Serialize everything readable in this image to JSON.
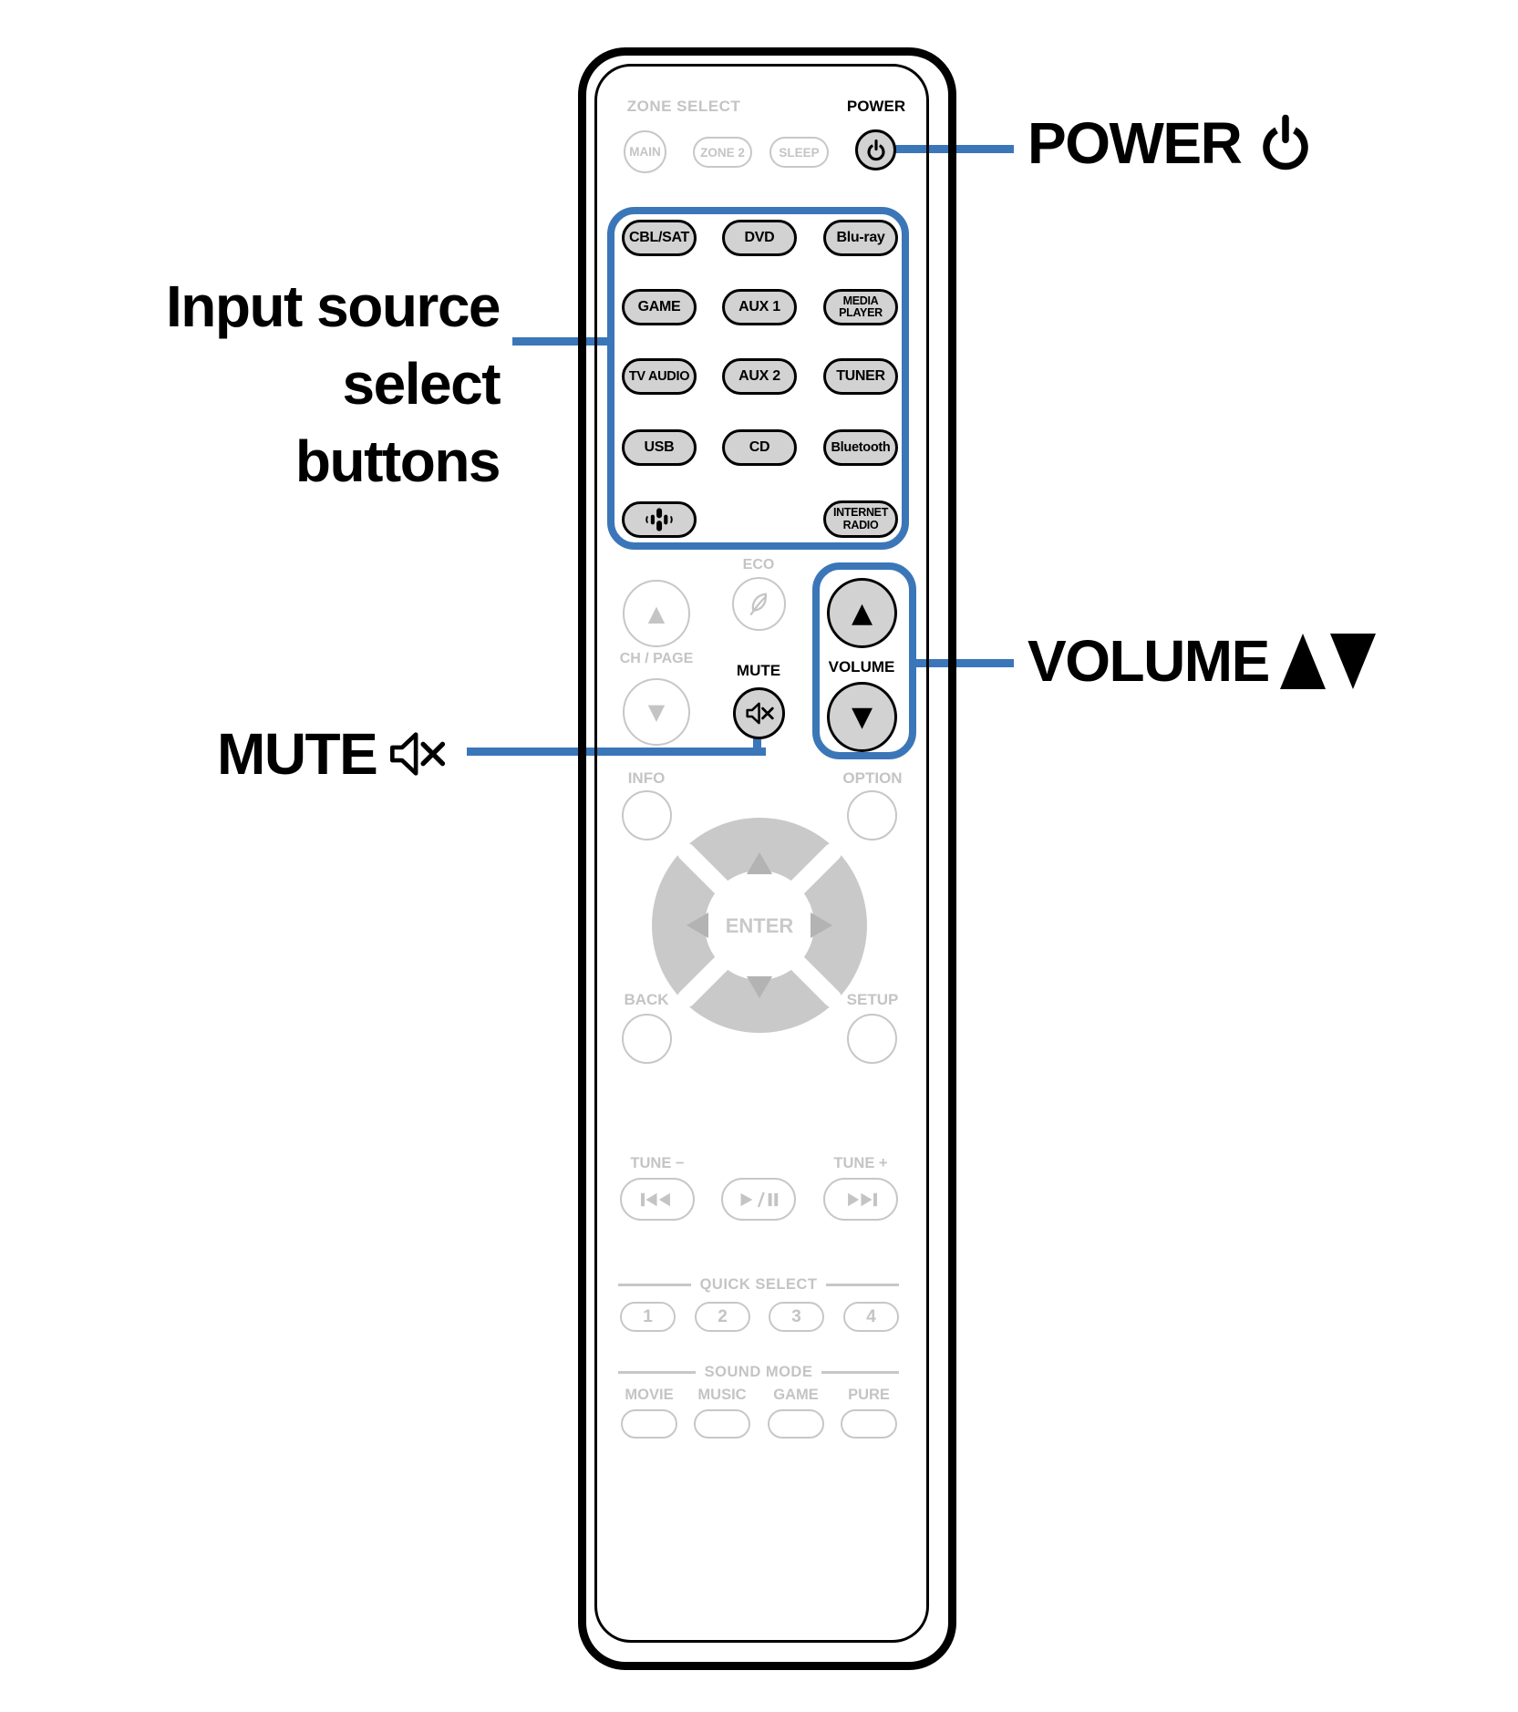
{
  "colors": {
    "accent_blue": "#3b76b9",
    "inactive_gray": "#c7c7c7",
    "button_fill": "#d2d2d2"
  },
  "callouts": {
    "power": "POWER",
    "input_source": {
      "line1": "Input source",
      "line2": "select",
      "line3": "buttons"
    },
    "mute": "MUTE",
    "volume": "VOLUME"
  },
  "remote": {
    "zone_select": {
      "label": "ZONE SELECT",
      "main": "MAIN",
      "zone2": "ZONE 2",
      "sleep": "SLEEP"
    },
    "power_label": "POWER",
    "inputs": {
      "cbl_sat": "CBL/SAT",
      "dvd": "DVD",
      "blu_ray": "Blu-ray",
      "game": "GAME",
      "aux1": "AUX 1",
      "media_player": "MEDIA PLAYER",
      "tv_audio": "TV AUDIO",
      "aux2": "AUX 2",
      "tuner": "TUNER",
      "usb": "USB",
      "cd": "CD",
      "bluetooth": "Bluetooth",
      "internet_radio": "INTERNET RADIO"
    },
    "middle": {
      "eco": "ECO",
      "ch_page": "CH / PAGE",
      "mute": "MUTE",
      "volume": "VOLUME"
    },
    "nav": {
      "info": "INFO",
      "option": "OPTION",
      "enter": "ENTER",
      "back": "BACK",
      "setup": "SETUP"
    },
    "transport": {
      "tune_minus": "TUNE −",
      "tune_plus": "TUNE +"
    },
    "quick_select": {
      "label": "QUICK SELECT",
      "b1": "1",
      "b2": "2",
      "b3": "3",
      "b4": "4"
    },
    "sound_mode": {
      "label": "SOUND MODE",
      "movie": "MOVIE",
      "music": "MUSIC",
      "game": "GAME",
      "pure": "PURE"
    }
  }
}
